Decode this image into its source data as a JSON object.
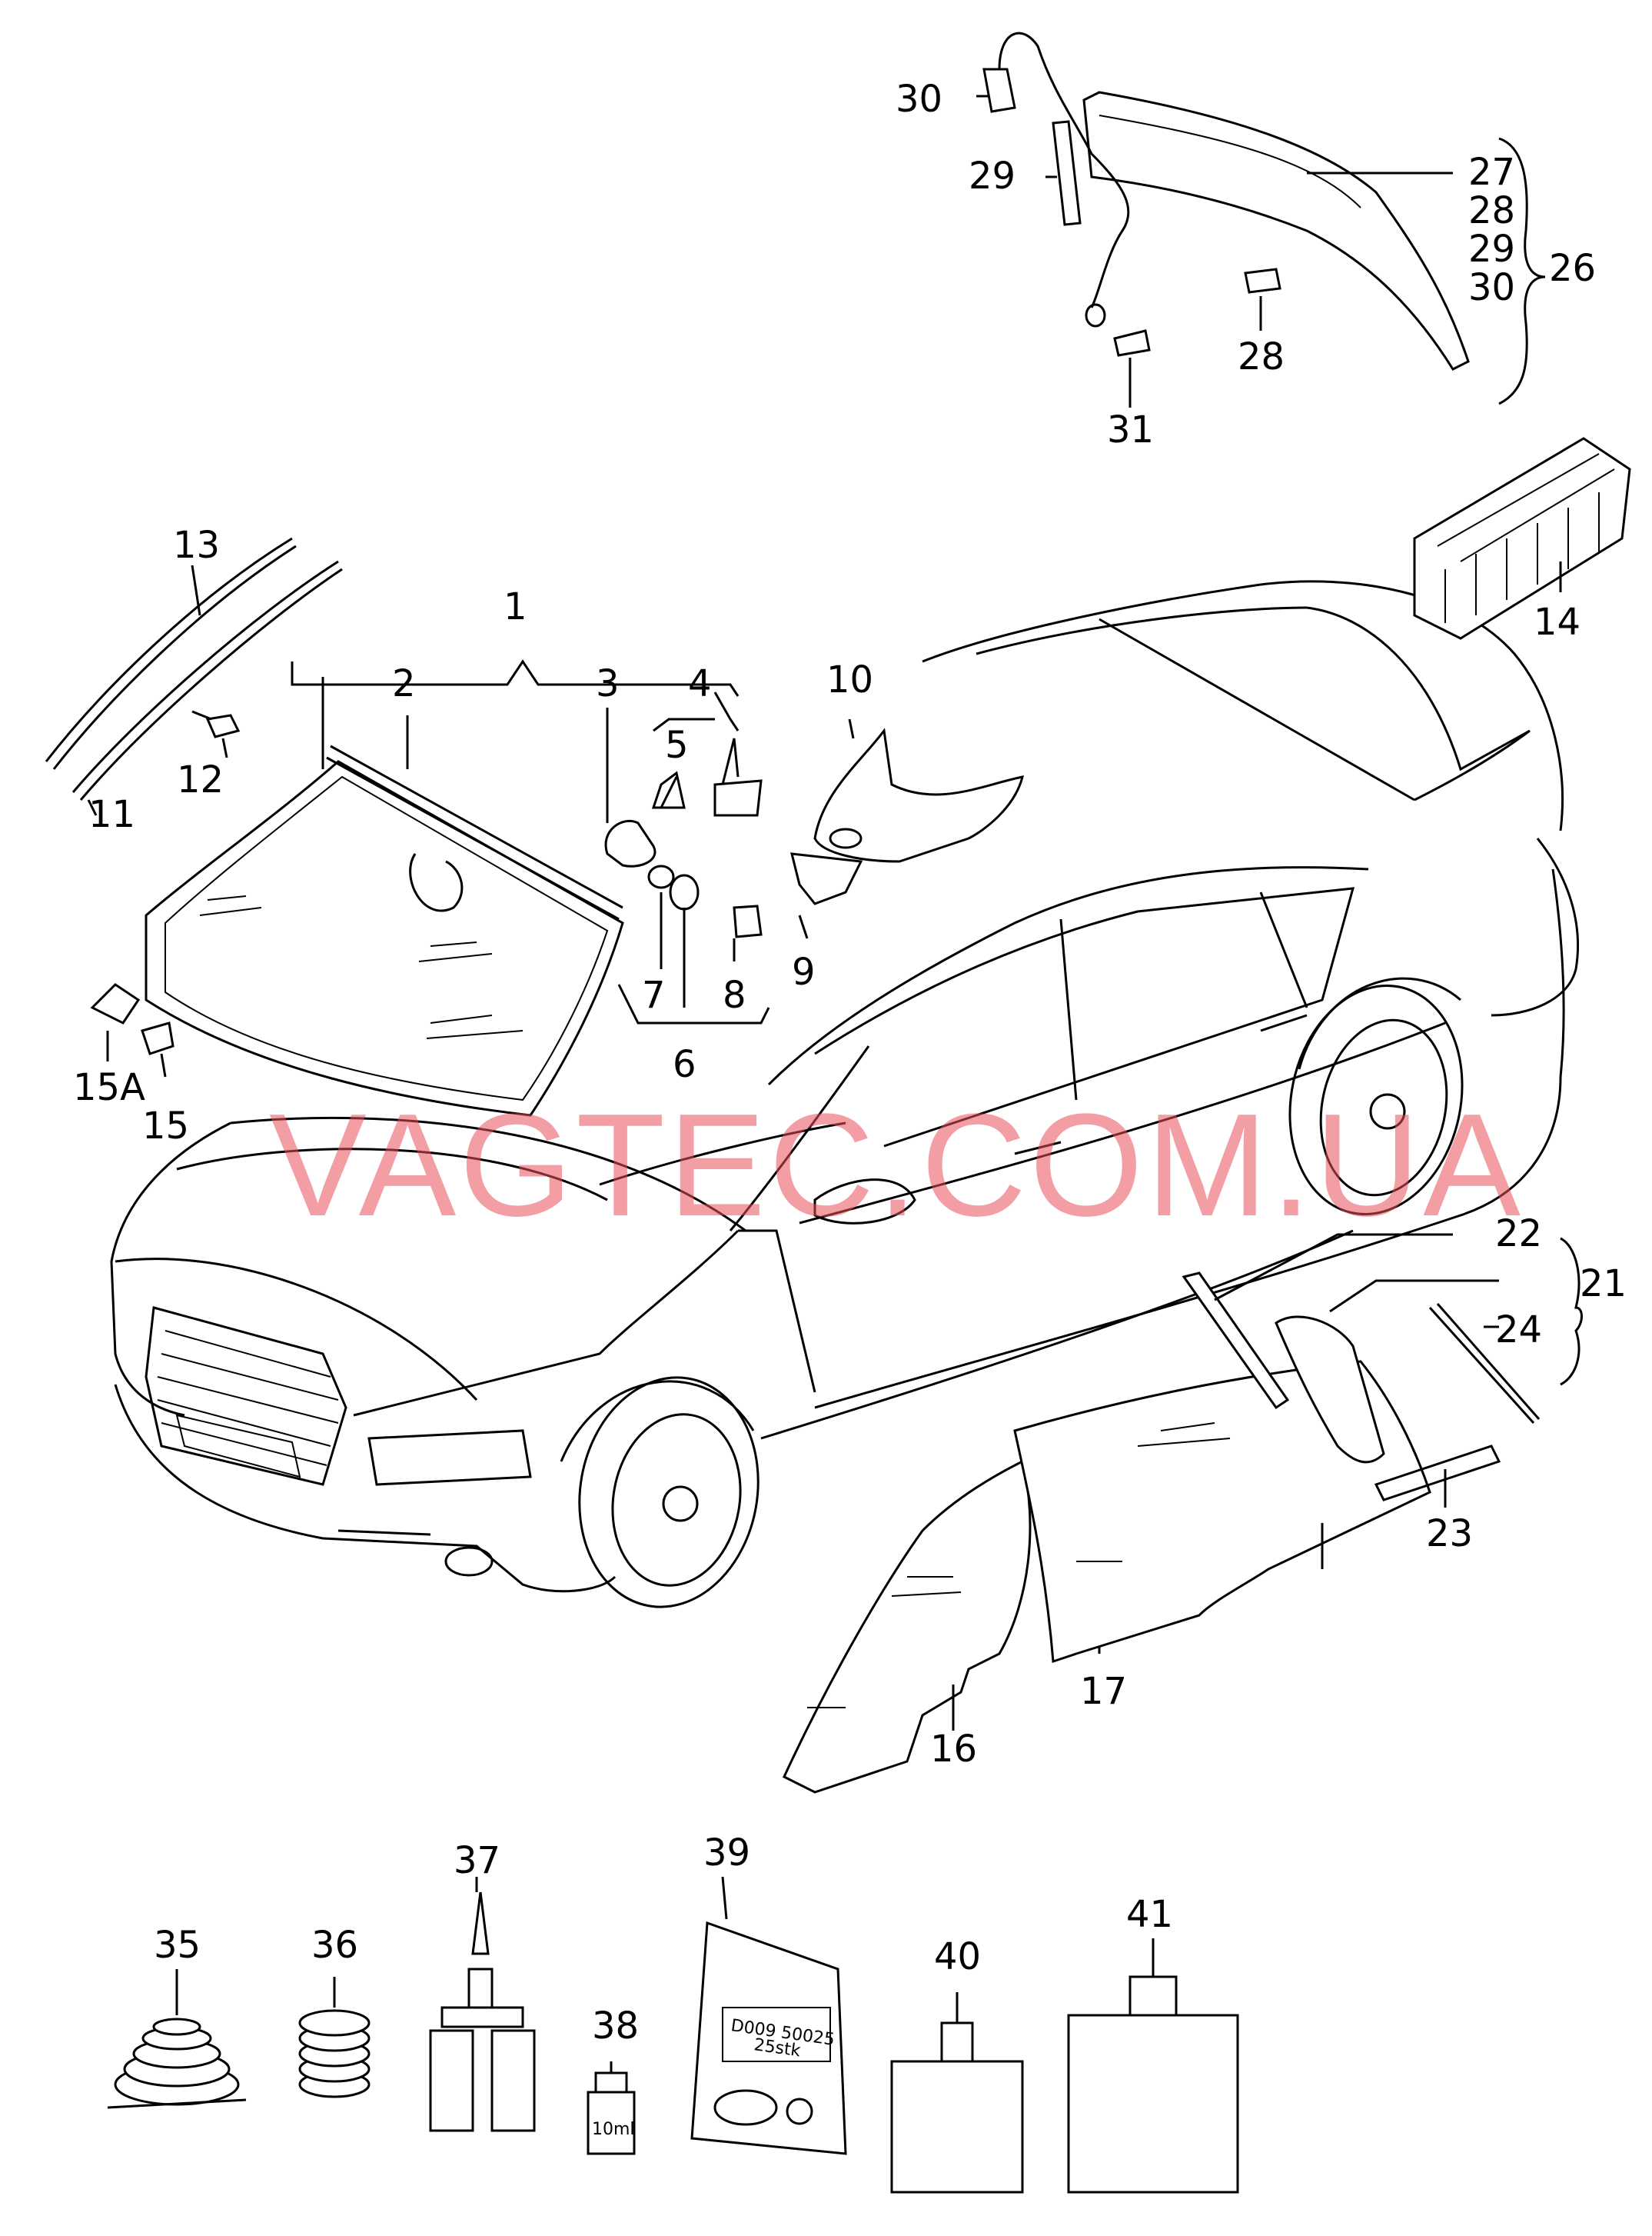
{
  "watermark": "VAGTEC.COM.UA",
  "labels": {
    "l1": "1",
    "l2": "2",
    "l3": "3",
    "l4": "4",
    "l5": "5",
    "l6": "6",
    "l7": "7",
    "l8": "8",
    "l9": "9",
    "l10": "10",
    "l11": "11",
    "l12": "12",
    "l13": "13",
    "l14": "14",
    "l15": "15",
    "l15a": "15A",
    "l16": "16",
    "l17": "17",
    "l21": "21",
    "l22": "22",
    "l23": "23",
    "l24": "24",
    "l26": "26",
    "l27": "27",
    "l28": "28",
    "l29": "29",
    "l30": "30",
    "l31": "31",
    "l28b": "28",
    "l29b": "29",
    "l30b": "30",
    "l35": "35",
    "l36": "36",
    "l37": "37",
    "l38": "38",
    "l39": "39",
    "l40": "40",
    "l41": "41"
  },
  "package_text": {
    "bag_line1": "D009 50025",
    "bag_line2": "25stk",
    "bottle_volume": "10ml"
  }
}
